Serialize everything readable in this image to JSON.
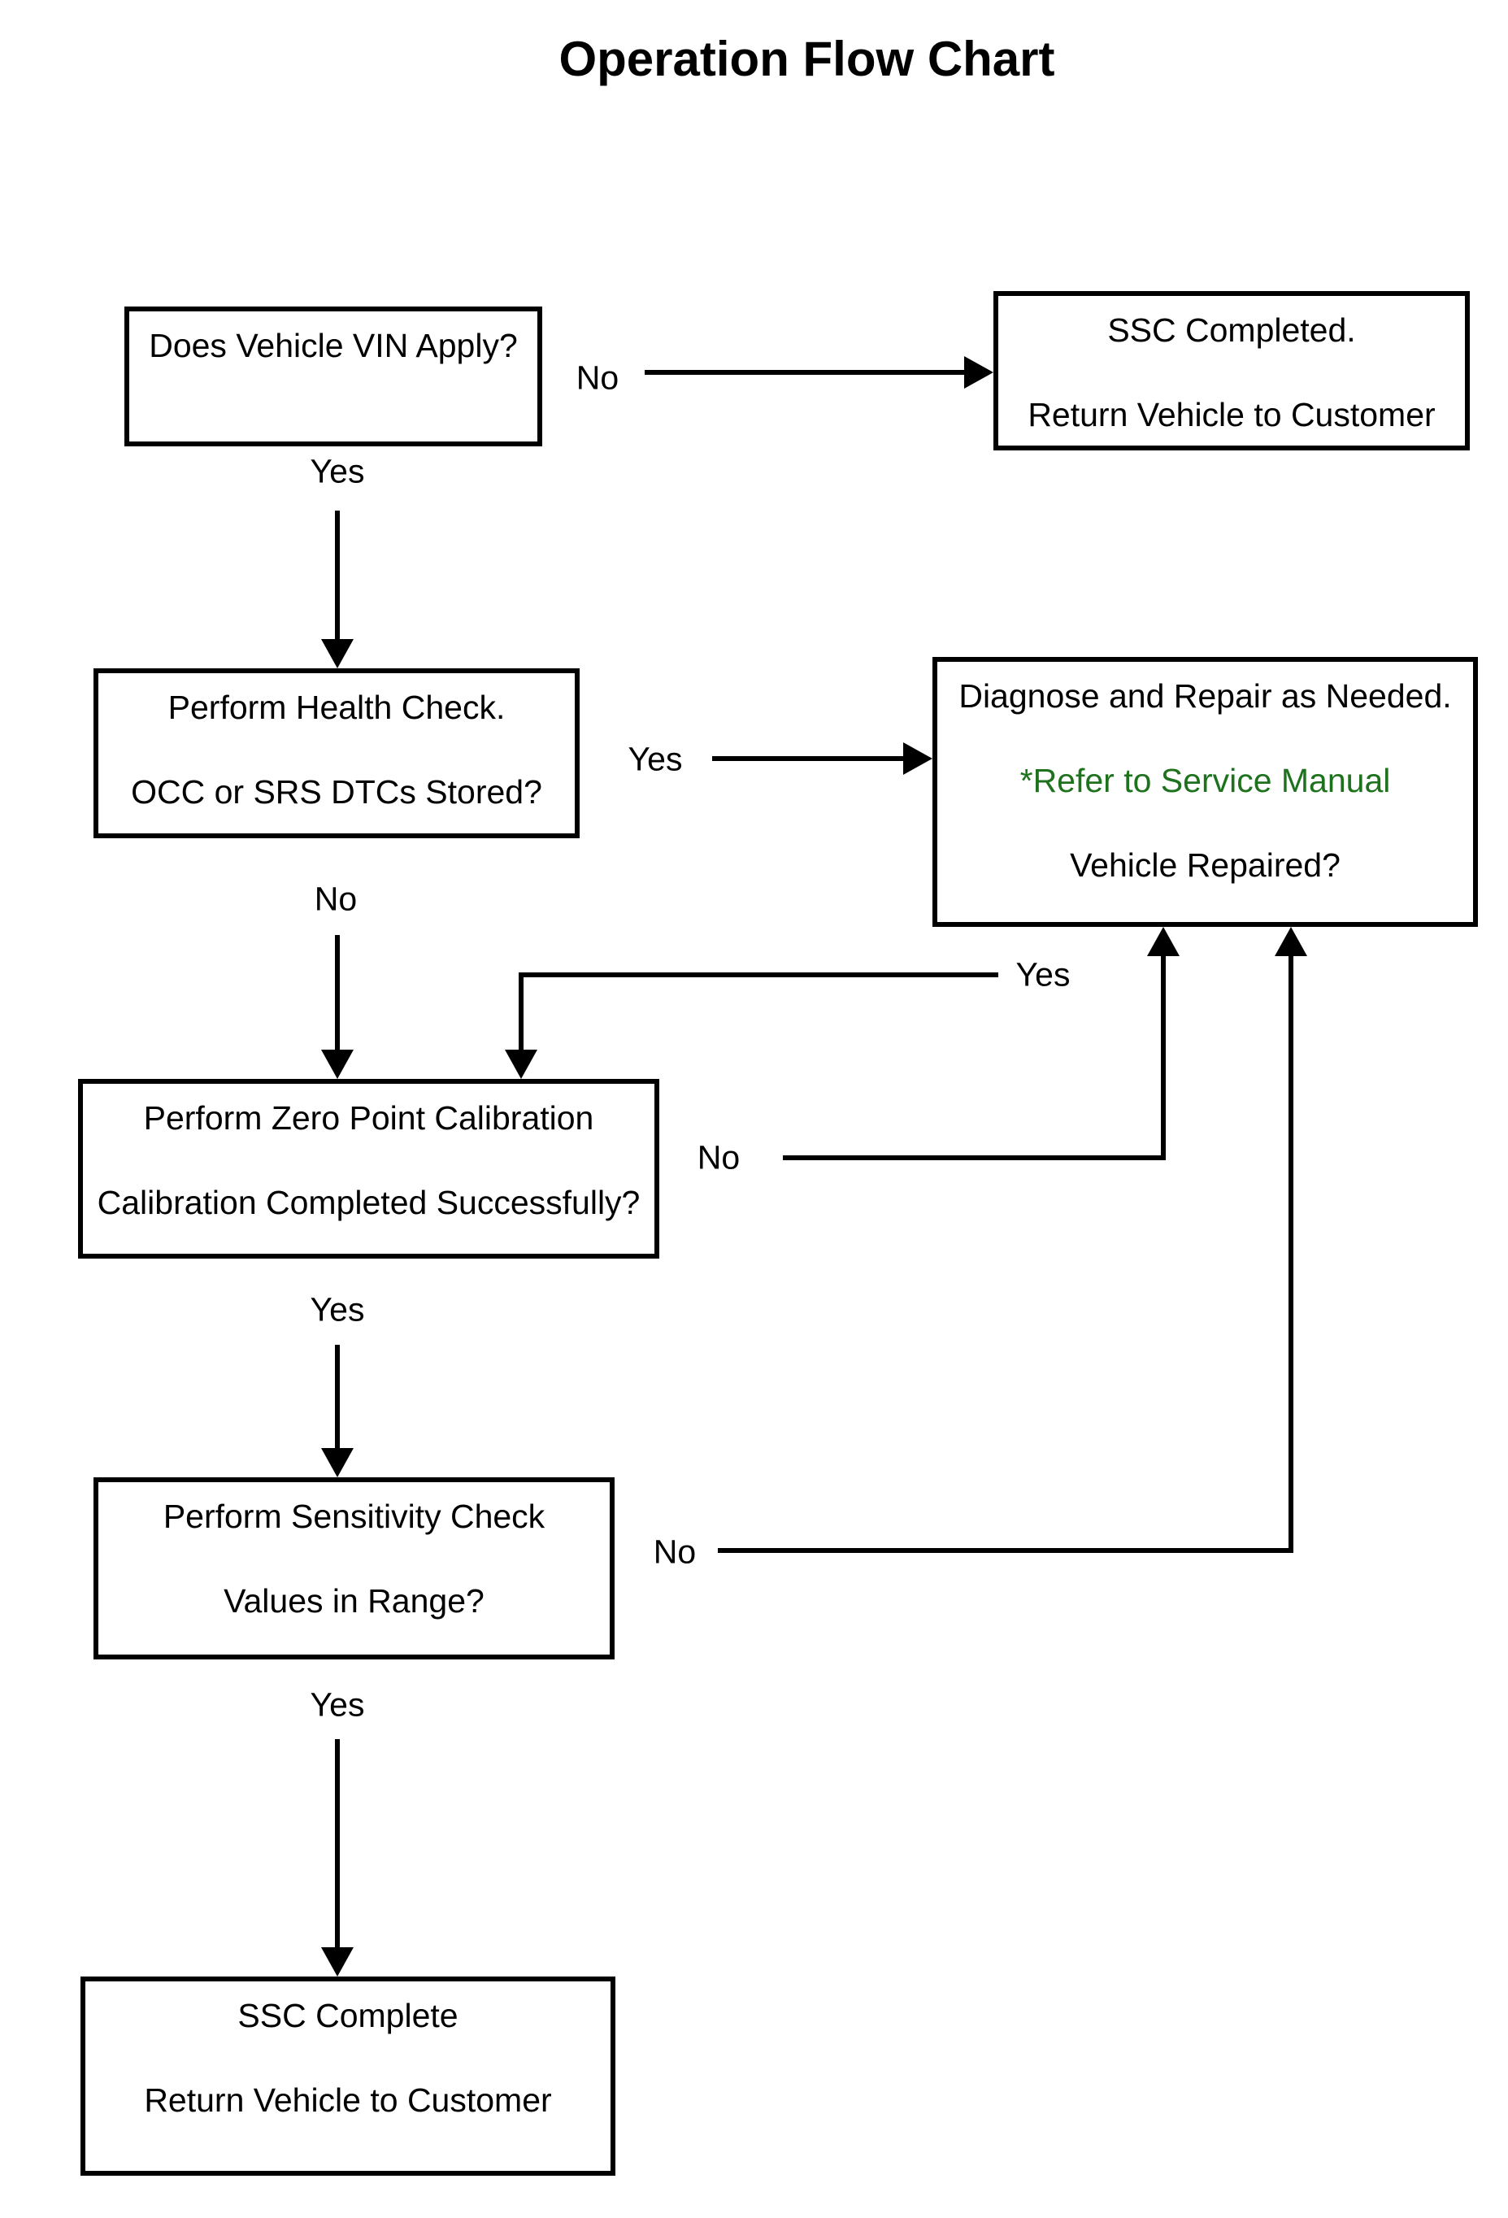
{
  "title": "Operation Flow Chart",
  "colors": {
    "background": "#ffffff",
    "text": "#000000",
    "line": "#000000",
    "accent_green": "#1e721e"
  },
  "nodes": {
    "vin_check": {
      "lines": [
        "Does Vehicle VIN Apply?"
      ]
    },
    "ssc_completed_return": {
      "lines": [
        "SSC Completed.",
        "Return Vehicle to Customer"
      ]
    },
    "health_check": {
      "lines": [
        "Perform Health Check.",
        "OCC or SRS DTCs Stored?"
      ]
    },
    "diagnose_repair": {
      "lines": [
        "Diagnose and Repair as Needed.",
        "*Refer to Service Manual",
        "Vehicle Repaired?"
      ],
      "accent_line_index": 1
    },
    "zero_point_calibration": {
      "lines": [
        "Perform Zero Point Calibration",
        "Calibration Completed Successfully?"
      ]
    },
    "sensitivity_check": {
      "lines": [
        "Perform Sensitivity Check",
        "Values in Range?"
      ]
    },
    "ssc_complete_return": {
      "lines": [
        "SSC Complete",
        "Return Vehicle to Customer"
      ]
    }
  },
  "edge_labels": {
    "vin_no": "No",
    "vin_yes": "Yes",
    "dtc_yes": "Yes",
    "dtc_no": "No",
    "repaired_yes": "Yes",
    "calibration_no": "No",
    "calibration_yes": "Yes",
    "range_no": "No",
    "range_yes": "Yes"
  }
}
